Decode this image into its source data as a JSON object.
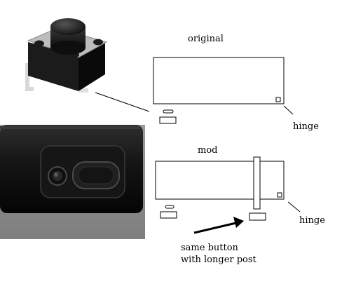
{
  "labels": {
    "original": "original",
    "mod": "mod",
    "hinge_top": "hinge",
    "hinge_bottom": "hinge",
    "caption_line1": "same button",
    "caption_line2": "with longer post"
  },
  "colors": {
    "ink": "#000000",
    "device_dark": "#1a1a1a",
    "device_light": "#3c3c3c",
    "tabletop": "#8c8c8c"
  }
}
